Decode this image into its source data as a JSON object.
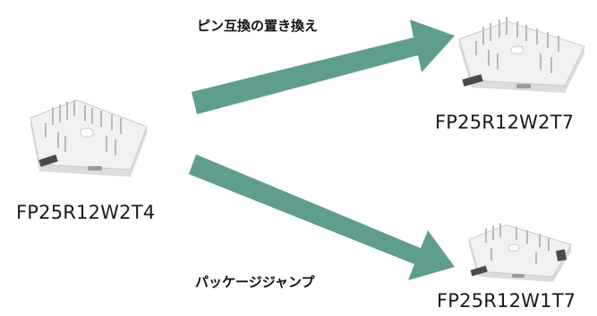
{
  "colors": {
    "arrow": "#5f9d8f",
    "module_body": "#f1f1f1",
    "module_edge": "#c9c9c9",
    "pin": "#b9b9b9",
    "terminal": "#4a4a4a"
  },
  "arrows": {
    "top_caption": "ピン互換の置き換え",
    "bottom_caption": "パッケージジャンプ"
  },
  "modules": {
    "source": {
      "label": "FP25R12W2T4"
    },
    "pin_compatible": {
      "label": "FP25R12W2T7"
    },
    "package_jump": {
      "label": "FP25R12W1T7"
    }
  }
}
